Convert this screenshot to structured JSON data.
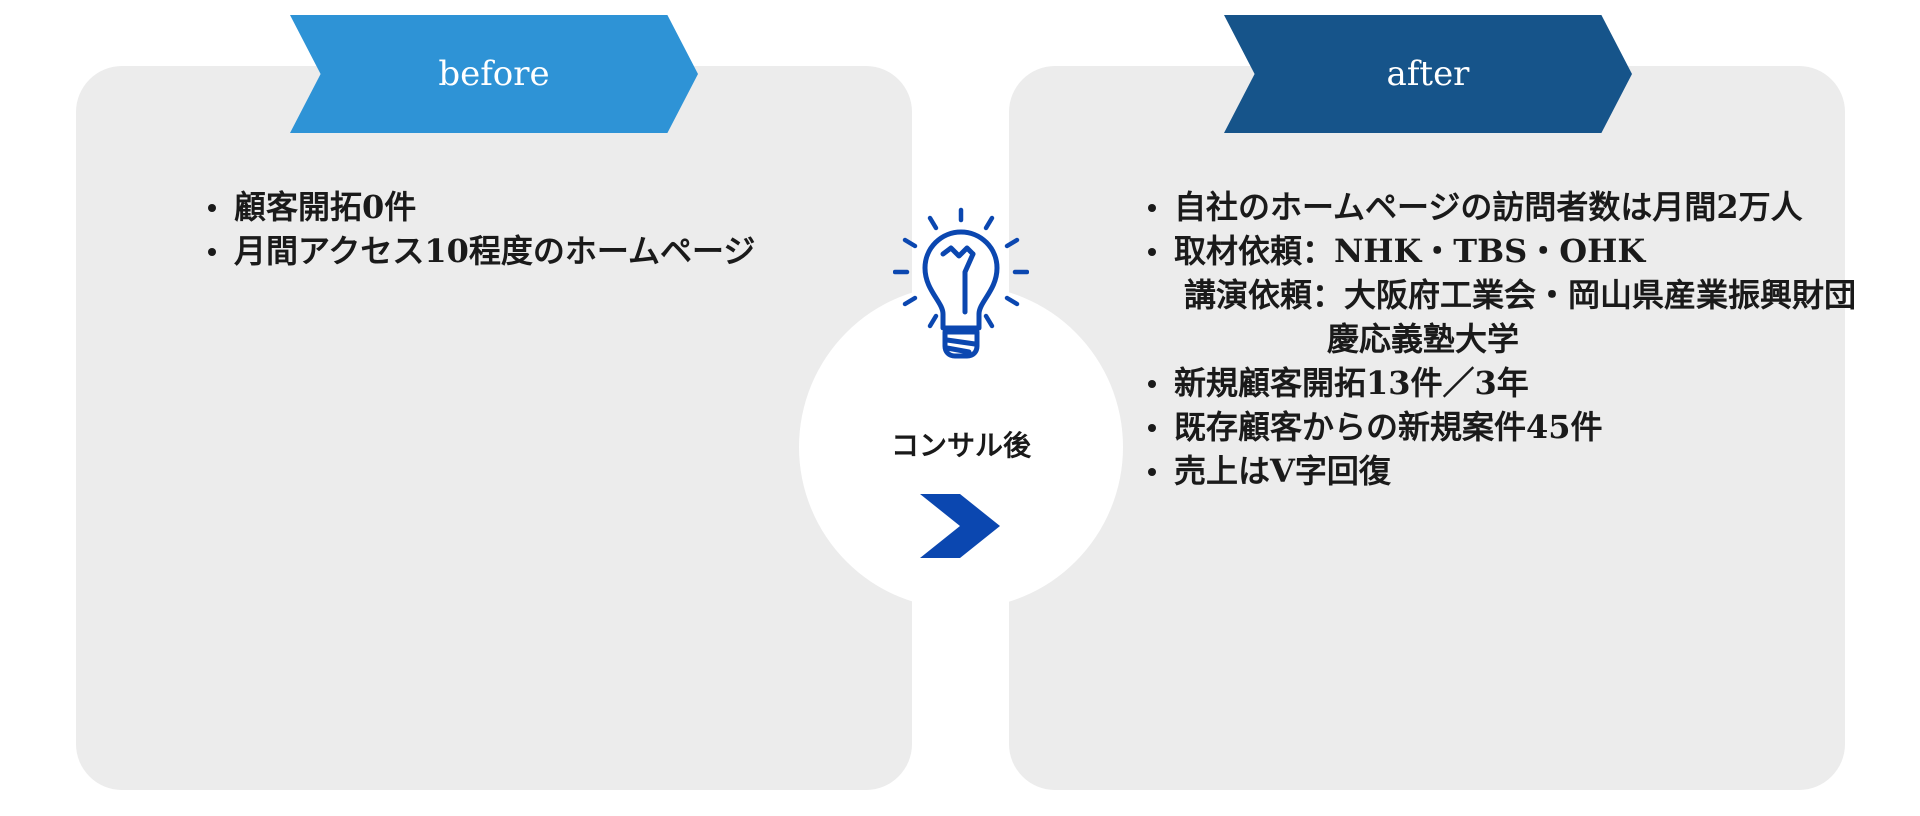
{
  "before": {
    "label": "before",
    "items": [
      "顧客開拓0件",
      "月間アクセス10程度のホームページ"
    ]
  },
  "after": {
    "label": "after",
    "items": [
      "自社のホームページの訪問者数は月間2万人",
      "取材依頼：NHK・TBS・OHK",
      "講演依頼：大阪府工業会・岡山県産業振興財団",
      "慶応義塾大学",
      "新規顧客開拓13件／3年",
      "既存顧客からの新規案件45件",
      "売上はV字回復"
    ]
  },
  "center": {
    "label": "コンサル後",
    "icon": "lightbulb-icon",
    "arrow_icon": "chevron-right-icon"
  },
  "colors": {
    "before_ribbon": "#2e93d6",
    "after_ribbon": "#16548a",
    "panel": "#ececec",
    "icon": "#0b47b0"
  }
}
